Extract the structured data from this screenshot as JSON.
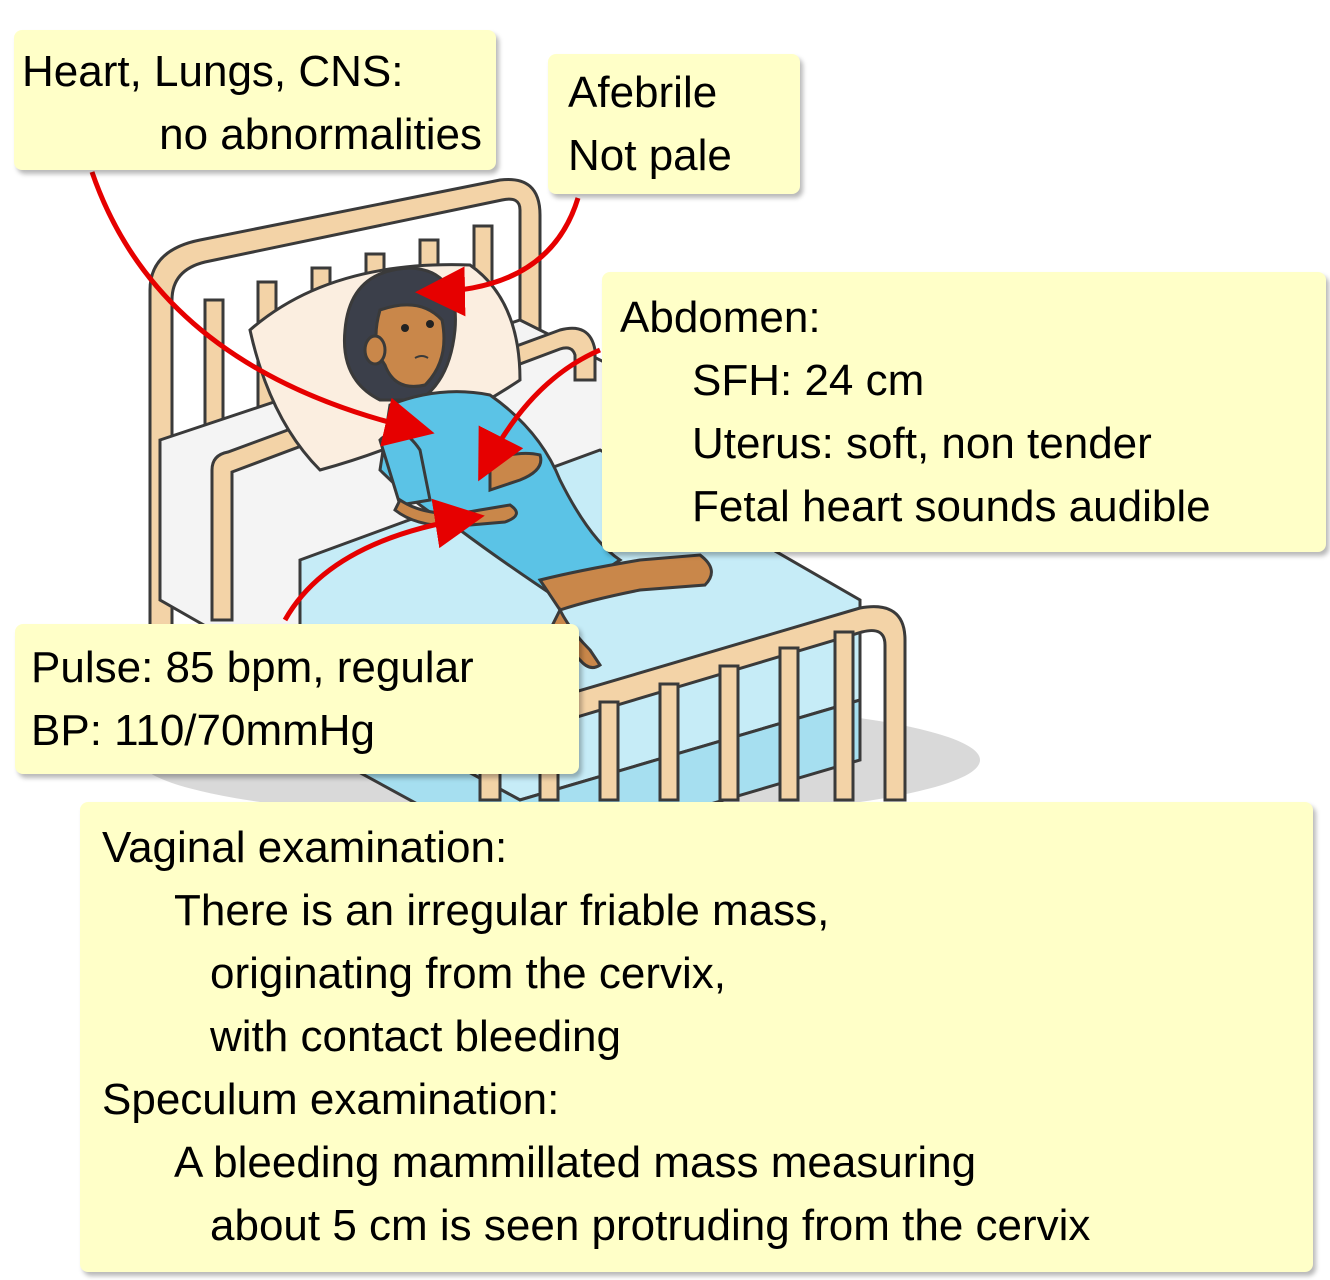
{
  "notes": {
    "heart": {
      "line1": "Heart, Lungs, CNS:",
      "line2": "no abnormalities"
    },
    "afebrile": {
      "line1": "Afebrile",
      "line2": "Not pale"
    },
    "abdomen": {
      "title": "Abdomen:",
      "sfh": "SFH: 24 cm",
      "uterus": "Uterus: soft, non tender",
      "fetal": "Fetal heart sounds audible"
    },
    "vitals": {
      "pulse": "Pulse: 85 bpm, regular",
      "bp": "BP: 110/70mmHg"
    },
    "exam": {
      "vaginal_title": "Vaginal examination:",
      "vaginal_line1": "There is an irregular friable mass,",
      "vaginal_line2": "originating from the cervix,",
      "vaginal_line3": "with contact bleeding",
      "speculum_title": "Speculum examination:",
      "speculum_line1": "A bleeding mammillated mass measuring",
      "speculum_line2": "about 5 cm is seen protruding from the cervix"
    }
  },
  "colors": {
    "note_background": "#ffffc8",
    "arrow": "#e60000",
    "bed_frame": "#f3d3a7",
    "bed_frame_outline": "#3a3a3a",
    "sheet": "#c6ecf7",
    "gown": "#5bc3e6",
    "skin": "#c9874a",
    "hair": "#3b3f4a",
    "pillow": "#fbeee0"
  },
  "icons": {
    "patient": "patient-in-bed-illustration"
  }
}
